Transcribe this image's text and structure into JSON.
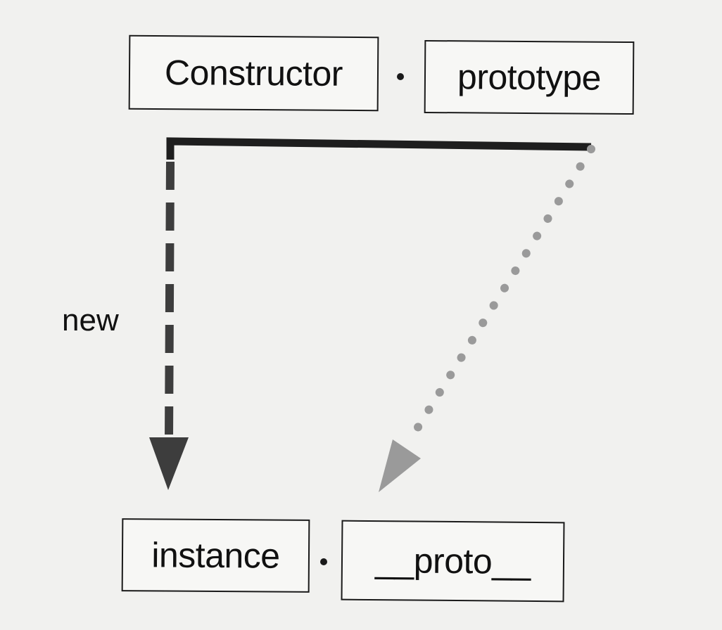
{
  "diagram": {
    "constructor_label": "Constructor",
    "prototype_label": "prototype",
    "instance_label": "instance",
    "proto_label": "__proto__",
    "new_label": "new"
  },
  "colors": {
    "background": "#f1f1ef",
    "solid_line": "#1e1e1e",
    "dashed_arrow": "#3d3d3d",
    "dotted_arrow": "#9a9a9a"
  }
}
